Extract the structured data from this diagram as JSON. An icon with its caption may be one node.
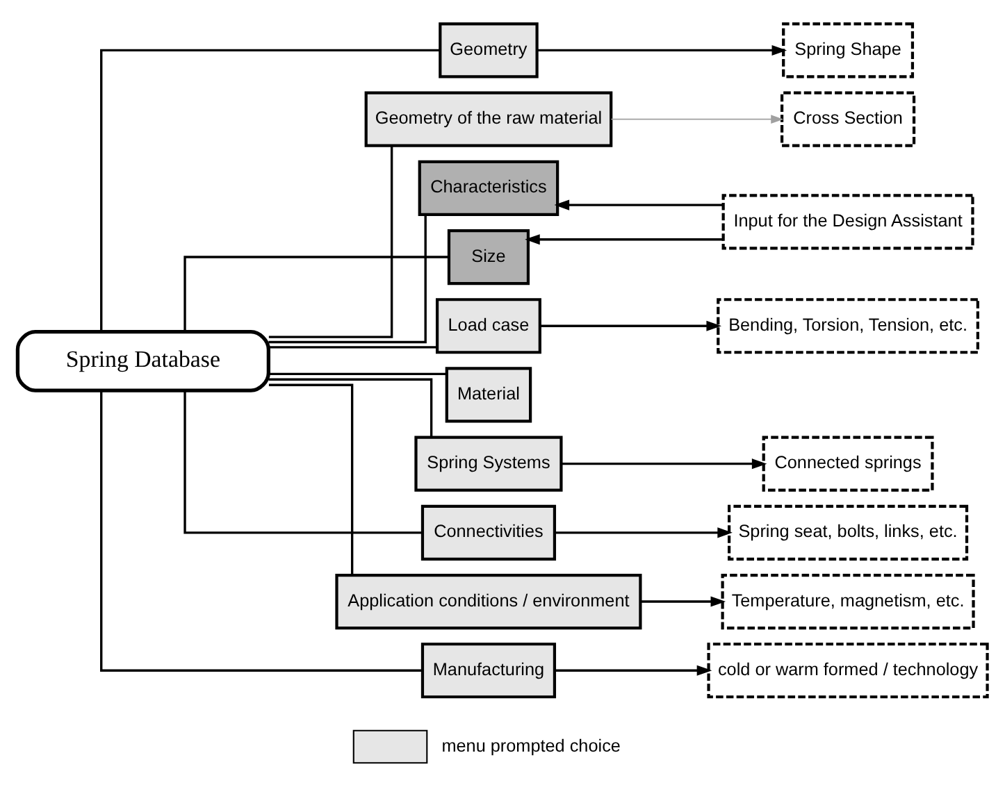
{
  "diagram": {
    "nodes": [
      {
        "text": [
          "Spring Database"
        ]
      },
      {
        "text": [
          "Geometry"
        ]
      },
      {
        "text": [
          "Geometry of the raw material"
        ]
      },
      {
        "text": [
          "Characteristics"
        ]
      },
      {
        "text": [
          "Size"
        ]
      },
      {
        "text": [
          "Load case"
        ]
      },
      {
        "text": [
          "Material"
        ]
      },
      {
        "text": [
          "Spring Systems"
        ]
      },
      {
        "text": [
          "Connectivities"
        ]
      },
      {
        "text": [
          "Application conditions / environment"
        ]
      },
      {
        "text": [
          "Manufacturing"
        ]
      },
      {
        "text": [
          "Spring Shape"
        ]
      },
      {
        "text": [
          "Cross Section"
        ]
      },
      {
        "text": [
          "Input for the Design Assistant"
        ]
      },
      {
        "text": [
          "Bending, Torsion, Tension, etc."
        ]
      },
      {
        "text": [
          "Connected springs"
        ]
      },
      {
        "text": [
          "Spring seat, bolts, links, etc."
        ]
      },
      {
        "text": [
          "Temperature, magnetism, etc."
        ]
      },
      {
        "text": [
          "cold or warm formed / technology"
        ]
      }
    ],
    "edges": [
      {
        "from": 0,
        "to": 1,
        "arrow": "none"
      },
      {
        "from": 0,
        "to": 2,
        "arrow": "none"
      },
      {
        "from": 0,
        "to": 3,
        "arrow": "none"
      },
      {
        "from": 0,
        "to": 4,
        "arrow": "none"
      },
      {
        "from": 0,
        "to": 5,
        "arrow": "none"
      },
      {
        "from": 0,
        "to": 6,
        "arrow": "none"
      },
      {
        "from": 0,
        "to": 7,
        "arrow": "none"
      },
      {
        "from": 0,
        "to": 8,
        "arrow": "none"
      },
      {
        "from": 0,
        "to": 9,
        "arrow": "none"
      },
      {
        "from": 0,
        "to": 10,
        "arrow": "none"
      },
      {
        "from": 1,
        "to": 11,
        "arrow": "to"
      },
      {
        "from": 2,
        "to": 12,
        "arrow": "to",
        "color": "#a0a0a0"
      },
      {
        "from": 13,
        "to": 3,
        "arrow": "to"
      },
      {
        "from": 13,
        "to": 4,
        "arrow": "to"
      },
      {
        "from": 5,
        "to": 14,
        "arrow": "to"
      },
      {
        "from": 7,
        "to": 15,
        "arrow": "to"
      },
      {
        "from": 8,
        "to": 16,
        "arrow": "to"
      },
      {
        "from": 9,
        "to": 17,
        "arrow": "to"
      },
      {
        "from": 10,
        "to": 18,
        "arrow": "to"
      }
    ],
    "legend": [
      {
        "text": "menu prompted choice",
        "color": "#e6e6e6"
      }
    ]
  }
}
